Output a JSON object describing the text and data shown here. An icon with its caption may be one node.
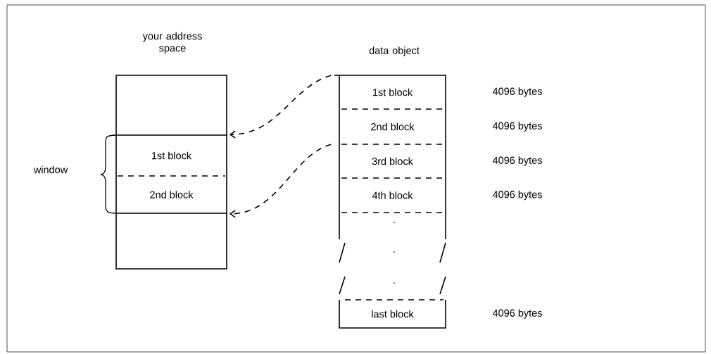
{
  "diagram": {
    "nodes": [
      {
        "text": [
          "your address space"
        ]
      },
      {
        "text": [
          "1st block"
        ],
        "in": 0
      },
      {
        "text": [
          "2nd block"
        ],
        "in": 0
      },
      {
        "text": [
          "data object"
        ]
      },
      {
        "text": [
          "1st block"
        ],
        "in": 3
      },
      {
        "text": [
          "2nd block"
        ],
        "in": 3
      },
      {
        "text": [
          "3rd block"
        ],
        "in": 3
      },
      {
        "text": [
          "4th block"
        ],
        "in": 3
      },
      {
        "text": [
          "last block"
        ]
      }
    ],
    "edges": [
      {
        "from": 4,
        "to": 1,
        "arrow": "to",
        "style": "dashed"
      },
      {
        "from": 6,
        "to": 2,
        "arrow": "to",
        "style": "dashed"
      }
    ],
    "labels": [
      "4096 bytes",
      "4096 bytes",
      "4096 bytes",
      "window",
      "4096 bytes",
      ".",
      ".",
      ".",
      "4096 bytes"
    ]
  }
}
